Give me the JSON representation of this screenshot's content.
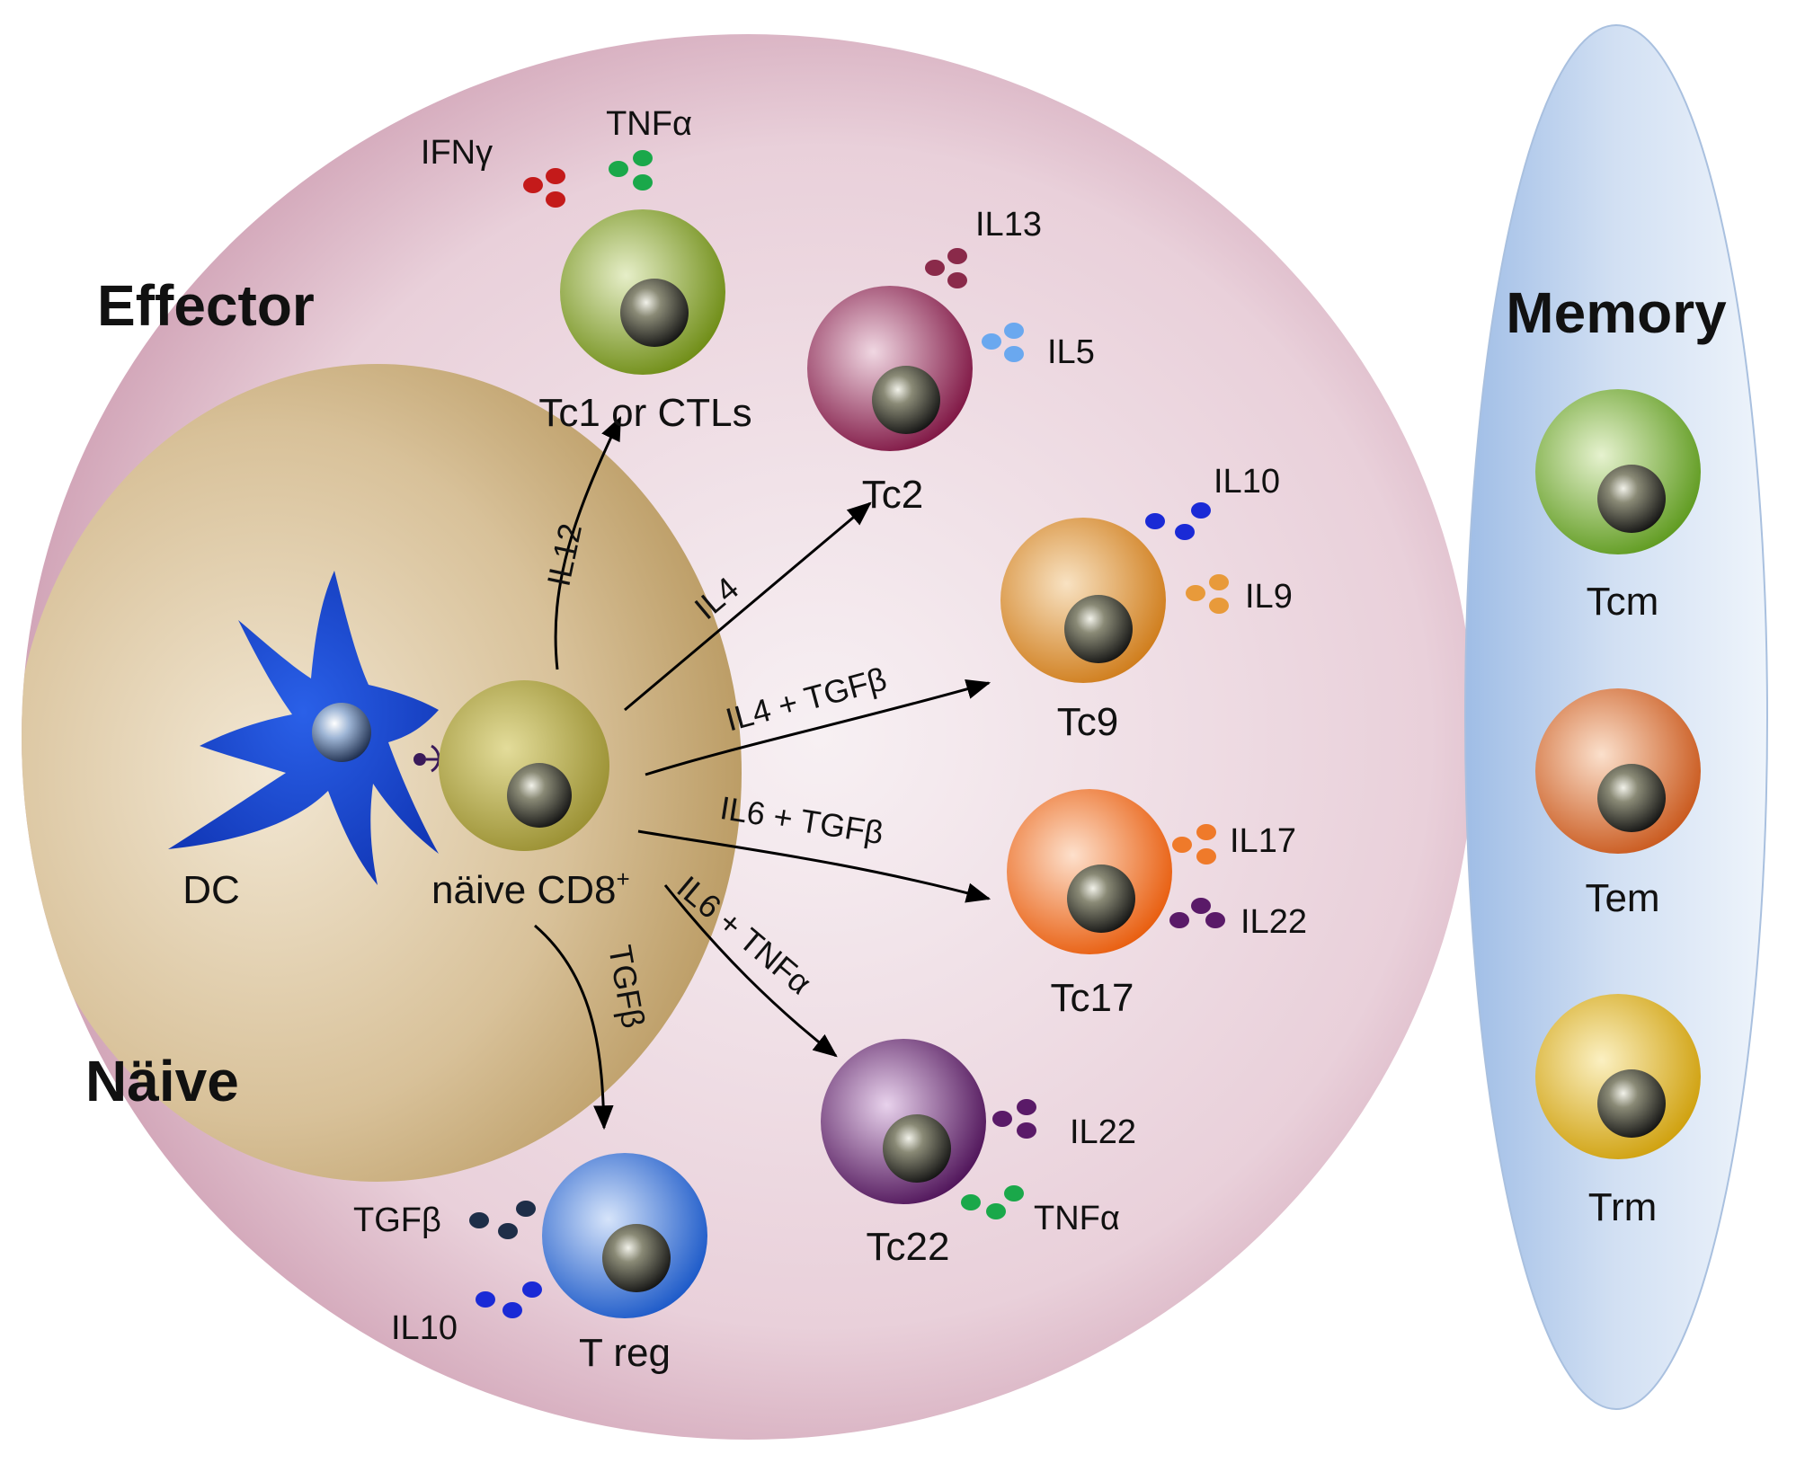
{
  "regions": {
    "effector": "Effector",
    "naive": "Näive",
    "memory": "Memory"
  },
  "cells": {
    "dc": "DC",
    "naive_cd8": "näive CD8",
    "naive_cd8_sup": "+",
    "tc1": "Tc1 or CTLs",
    "tc2": "Tc2",
    "tc9": "Tc9",
    "tc17": "Tc17",
    "tc22": "Tc22",
    "treg": "T reg",
    "tcm": "Tcm",
    "tem": "Tem",
    "trm": "Trm"
  },
  "pathways": {
    "tc1": "IL12",
    "tc2": "IL4",
    "tc9": "IL4 + TGFβ",
    "tc17": "IL6 + TGFβ",
    "tc22": "IL6 + TNFα",
    "treg": "TGFβ"
  },
  "cytokines": {
    "tc1_ifn": "IFNγ",
    "tc1_tnf": "TNFα",
    "tc2_il13": "IL13",
    "tc2_il5": "IL5",
    "tc9_il10": "IL10",
    "tc9_il9": "IL9",
    "tc17_il17": "IL17",
    "tc17_il22": "IL22",
    "tc22_il22": "IL22",
    "tc22_tnf": "TNFα",
    "treg_tgf": "TGFβ",
    "treg_il10": "IL10"
  },
  "colors": {
    "effector_zone": "#d9adbf",
    "naive_zone": "#c9ad7c",
    "memory_zone": "#b7cdec",
    "dc": "#1a4fd6",
    "naive_cell": "#a8a040",
    "tc1": "#7d9a1a",
    "tc2": "#8a1c4c",
    "tc9": "#db8a2a",
    "tc17": "#ef6a1a",
    "tc22": "#5e1a68",
    "treg": "#2a6ad6",
    "tcm": "#6ea82a",
    "tem": "#d3672a",
    "trm": "#d9b01a",
    "ifn_dots": "#c41a1a",
    "tnf_dots": "#1aa84a",
    "il13_dots": "#8a2a4a",
    "il5_dots": "#6aa8ef",
    "il10_dots": "#1a2ad6",
    "il9_dots": "#e89a3a",
    "il17_dots": "#ef7a2a",
    "il22_dots": "#5a1a68",
    "tgf_dots": "#1e2e48"
  }
}
